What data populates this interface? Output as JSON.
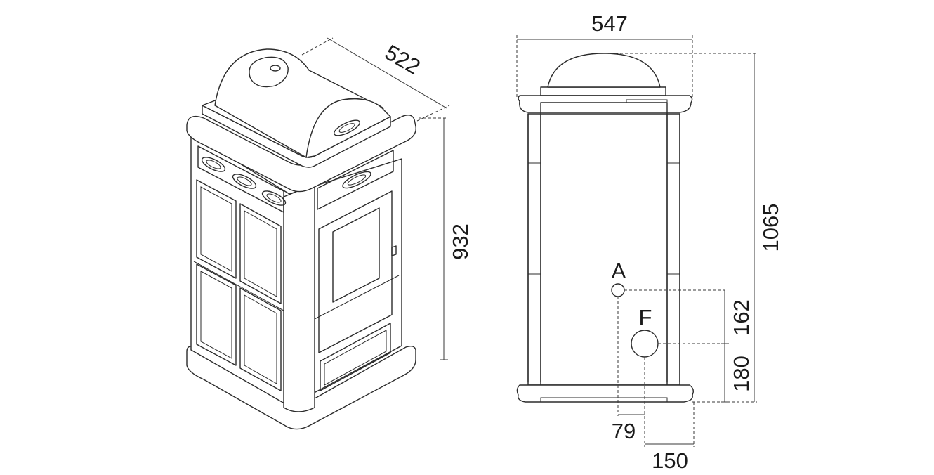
{
  "diagram": {
    "dimensions": {
      "width_front": "547",
      "depth": "522",
      "height_body": "932",
      "height_total": "1065",
      "a_height_gap": "162",
      "f_height": "180",
      "a_offset": "79",
      "f_offset": "150"
    },
    "connections": {
      "a_label": "A",
      "f_label": "F"
    }
  }
}
